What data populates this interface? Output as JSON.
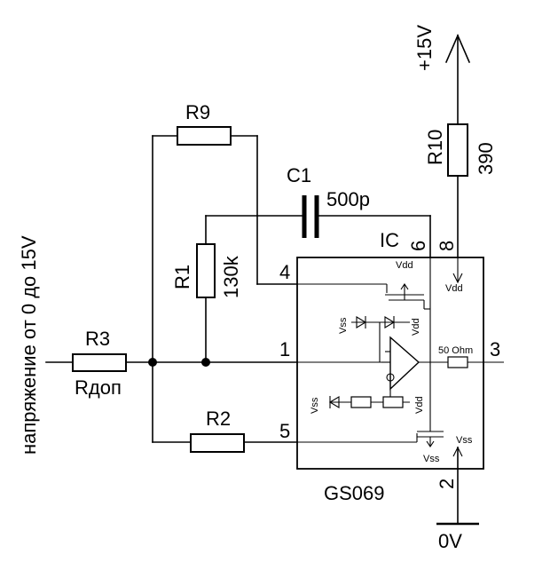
{
  "input_caption": "напряжение от 0 до 15V",
  "supply": {
    "label": "+15V",
    "resistor": "R10",
    "value": "390"
  },
  "ground": {
    "label": "0V"
  },
  "components": {
    "r9": "R9",
    "c1": "C1",
    "c1_value": "500p",
    "r1": "R1",
    "r1_value": "130k",
    "r3": "R3",
    "r3_note": "Rдоп",
    "r2": "R2"
  },
  "ic": {
    "label": "IC",
    "part": "GS069",
    "pins": [
      "1",
      "2",
      "3",
      "4",
      "5",
      "6",
      "8"
    ],
    "internal": {
      "vdd": "Vdd",
      "vss": "Vss",
      "output_resistor": "50 Ohm"
    }
  }
}
